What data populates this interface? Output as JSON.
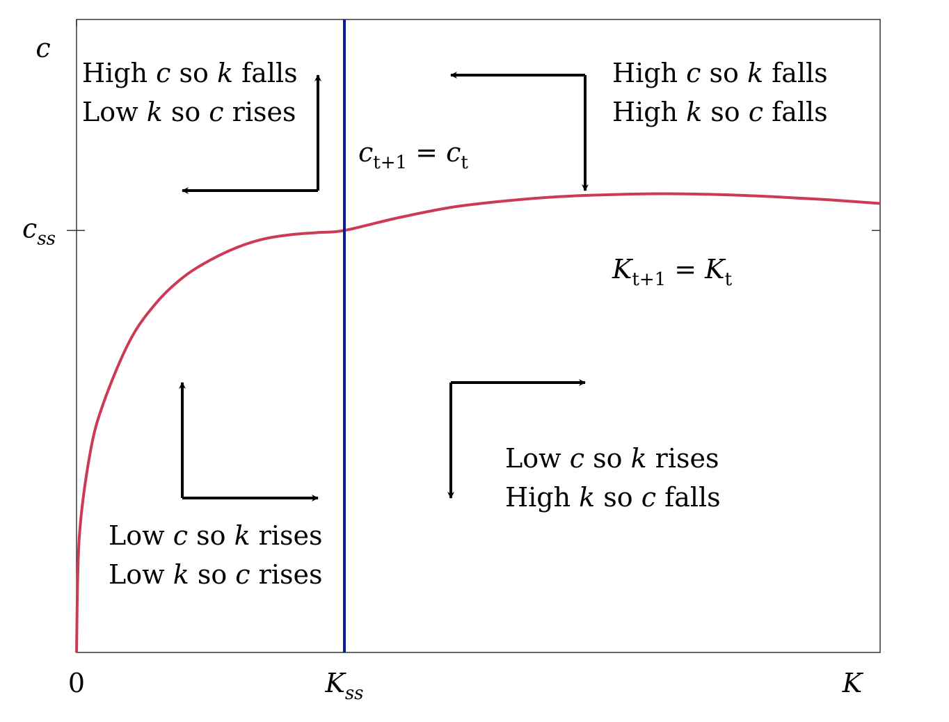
{
  "chart_data": {
    "type": "line",
    "title": "",
    "xlabel": "K",
    "ylabel": "c",
    "xlim": [
      0,
      3
    ],
    "ylim": [
      0,
      1.5
    ],
    "x_ticks": [
      {
        "value": 0,
        "label": "0"
      },
      {
        "value": 1,
        "label": "K_ss"
      }
    ],
    "y_ticks": [
      {
        "value": 1,
        "label": "c_ss"
      }
    ],
    "grid": false,
    "legend": "none",
    "series": [
      {
        "name": "K_{t+1} = K_t",
        "color": "#cc3a56",
        "x": [
          0,
          0.01,
          0.05,
          0.1,
          0.2,
          0.3,
          0.4,
          0.5,
          0.6,
          0.7,
          0.8,
          0.9,
          1.0,
          1.2,
          1.4,
          1.6,
          1.8,
          2.0,
          2.2,
          2.4,
          2.6,
          2.8,
          3.0
        ],
        "y": [
          0,
          0.27,
          0.47,
          0.59,
          0.74,
          0.83,
          0.89,
          0.93,
          0.96,
          0.98,
          0.99,
          0.995,
          1.0,
          1.03,
          1.055,
          1.07,
          1.08,
          1.085,
          1.087,
          1.085,
          1.08,
          1.073,
          1.064
        ]
      },
      {
        "name": "c_{t+1} = c_t",
        "color": "#0a1aa0",
        "x": [
          1,
          1
        ],
        "y": [
          0,
          1.5
        ]
      }
    ],
    "line_labels": [
      {
        "series": 0,
        "base": "K",
        "sub": "t+1",
        "eq": " = ",
        "base2": "K",
        "sub2": "t",
        "color": "#cc3a56"
      },
      {
        "series": 1,
        "base": "c",
        "sub": "t+1",
        "eq": " = ",
        "base2": "c",
        "sub2": "t",
        "color": "#0a1aa0"
      }
    ],
    "annotations": [
      {
        "region": "top-left",
        "line1": "High c so k falls",
        "line2": "Low k so c rises",
        "arrows": [
          "up",
          "left"
        ]
      },
      {
        "region": "top-right",
        "line1": "High c so k falls",
        "line2": "High k so c falls",
        "arrows": [
          "left",
          "down"
        ]
      },
      {
        "region": "bottom-left",
        "line1": "Low c so k rises",
        "line2": "Low k so c rises",
        "arrows": [
          "up",
          "right"
        ]
      },
      {
        "region": "bottom-right",
        "line1": "Low c so k rises",
        "line2": "High k so c falls",
        "arrows": [
          "right",
          "down"
        ]
      }
    ]
  }
}
